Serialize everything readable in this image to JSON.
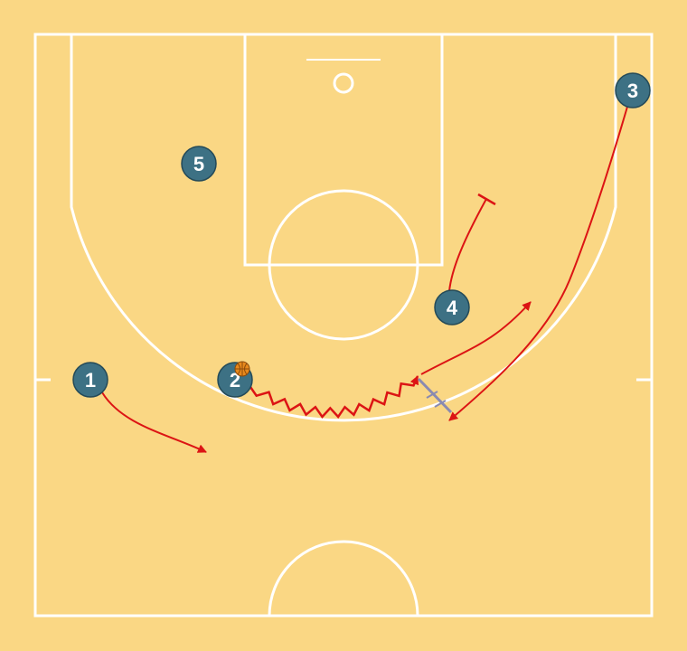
{
  "colors": {
    "court_background": "#fad784",
    "court_lines": "#ffffff",
    "player_fill": "#3d7184",
    "player_outline": "#244a58",
    "player_text": "#ffffff",
    "action_color": "#dc1414",
    "screen_color": "#8a8ab0",
    "ball_color": "#e8891c"
  },
  "players": [
    {
      "id": "p1",
      "label": "1",
      "has_ball": false
    },
    {
      "id": "p2",
      "label": "2",
      "has_ball": true
    },
    {
      "id": "p3",
      "label": "3",
      "has_ball": false
    },
    {
      "id": "p4",
      "label": "4",
      "has_ball": false
    },
    {
      "id": "p5",
      "label": "5",
      "has_ball": false
    }
  ],
  "actions": [
    {
      "id": "a1",
      "player": "1",
      "type": "cut"
    },
    {
      "id": "a2",
      "player": "2",
      "type": "dribble"
    },
    {
      "id": "a3",
      "player": "3",
      "type": "cut"
    },
    {
      "id": "a4",
      "player": "4",
      "type": "screen"
    }
  ]
}
